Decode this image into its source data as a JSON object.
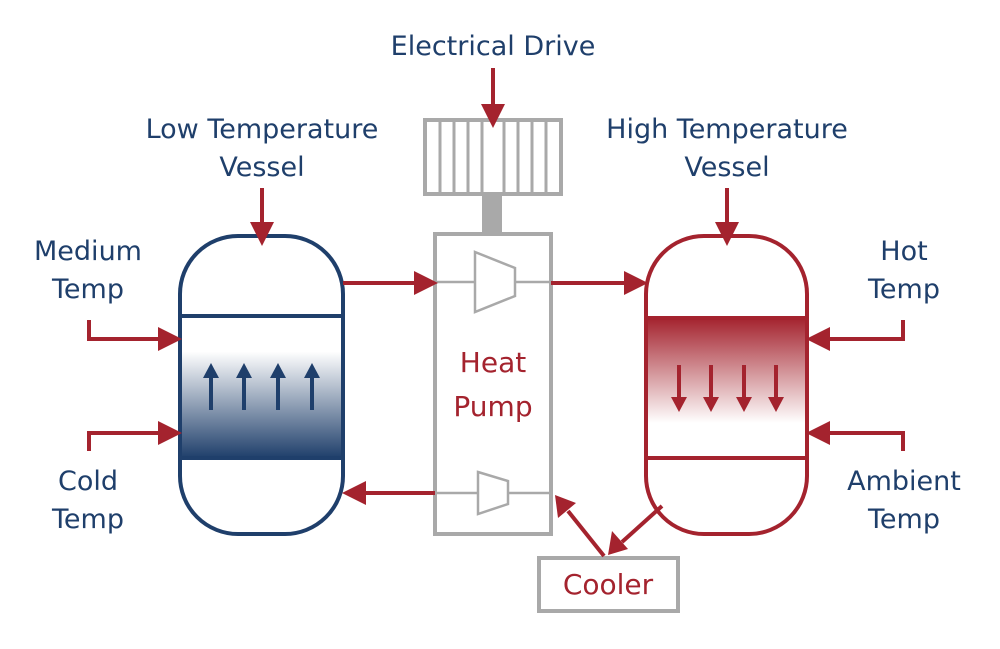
{
  "labels": {
    "electrical_drive": "Electrical Drive",
    "low_vessel_line1": "Low Temperature",
    "low_vessel_line2": "Vessel",
    "high_vessel_line1": "High Temperature",
    "high_vessel_line2": "Vessel",
    "medium_line1": "Medium",
    "medium_line2": "Temp",
    "cold_line1": "Cold",
    "cold_line2": "Temp",
    "hot_line1": "Hot",
    "hot_line2": "Temp",
    "ambient_line1": "Ambient",
    "ambient_line2": "Temp",
    "heat_pump_line1": "Heat",
    "heat_pump_line2": "Pump",
    "cooler": "Cooler"
  },
  "colors": {
    "navy": "#1f3f6b",
    "red": "#a4232e",
    "gray": "#a9a9a9"
  }
}
